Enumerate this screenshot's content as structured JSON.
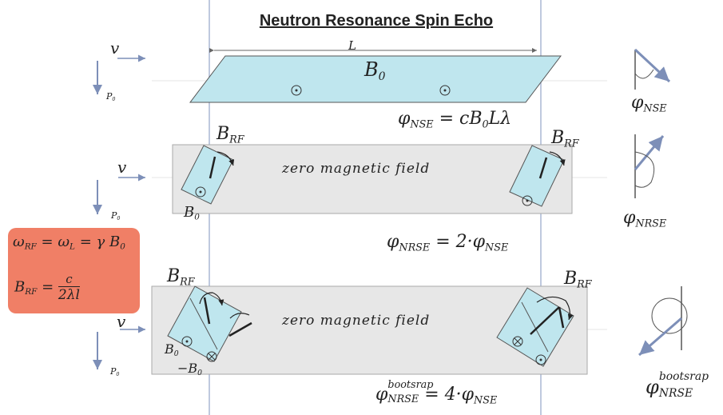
{
  "title": "Neutron Resonance Spin Echo",
  "length_label": "L",
  "field_label_b0": "B",
  "subscript_0": "0",
  "velocity_symbol": "v",
  "polarization_symbol": "P",
  "brf_base": "B",
  "brf_sub": "RF",
  "minus_b0": "−B",
  "zero_field_text": "zero  magnetic  field",
  "eq_nse": {
    "phi": "φ",
    "phi_sub": "NSE",
    "rhs": "= cB",
    "rhs_sub": "0",
    "rhs_tail": "Lλ"
  },
  "eq_nrse": {
    "phi": "φ",
    "phi_sub": "NRSE",
    "rhs": "= 2·φ",
    "rhs_sub": "NSE"
  },
  "eq_bootstrap": {
    "phi": "φ",
    "phi_sup": "bootsrap",
    "phi_sub": "NRSE",
    "rhs": "= 4·φ",
    "rhs_sub": "NSE"
  },
  "right_labels": {
    "nse": {
      "phi": "φ",
      "sub": "NSE"
    },
    "nrse": {
      "phi": "φ",
      "sub": "NRSE"
    },
    "bootstrap": {
      "phi": "φ",
      "sup": "bootsrap",
      "sub": "NRSE"
    }
  },
  "red_box": {
    "omega": "ω",
    "rf_sub": "RF",
    "eq_mid": "= ω",
    "l_sub": "L",
    "eq_tail": "= γ B",
    "tail_sub": "0",
    "b": "B",
    "frac_num": "c",
    "frac_den": "2λl"
  },
  "colors": {
    "coil_fill": "#bfe6ee",
    "coil_stroke": "#555555",
    "gray_region": "#e7e7e7",
    "arrow_blue": "#7d8fb8",
    "red_box": "#f07f66",
    "vertical_lines": "#aab7d3"
  }
}
